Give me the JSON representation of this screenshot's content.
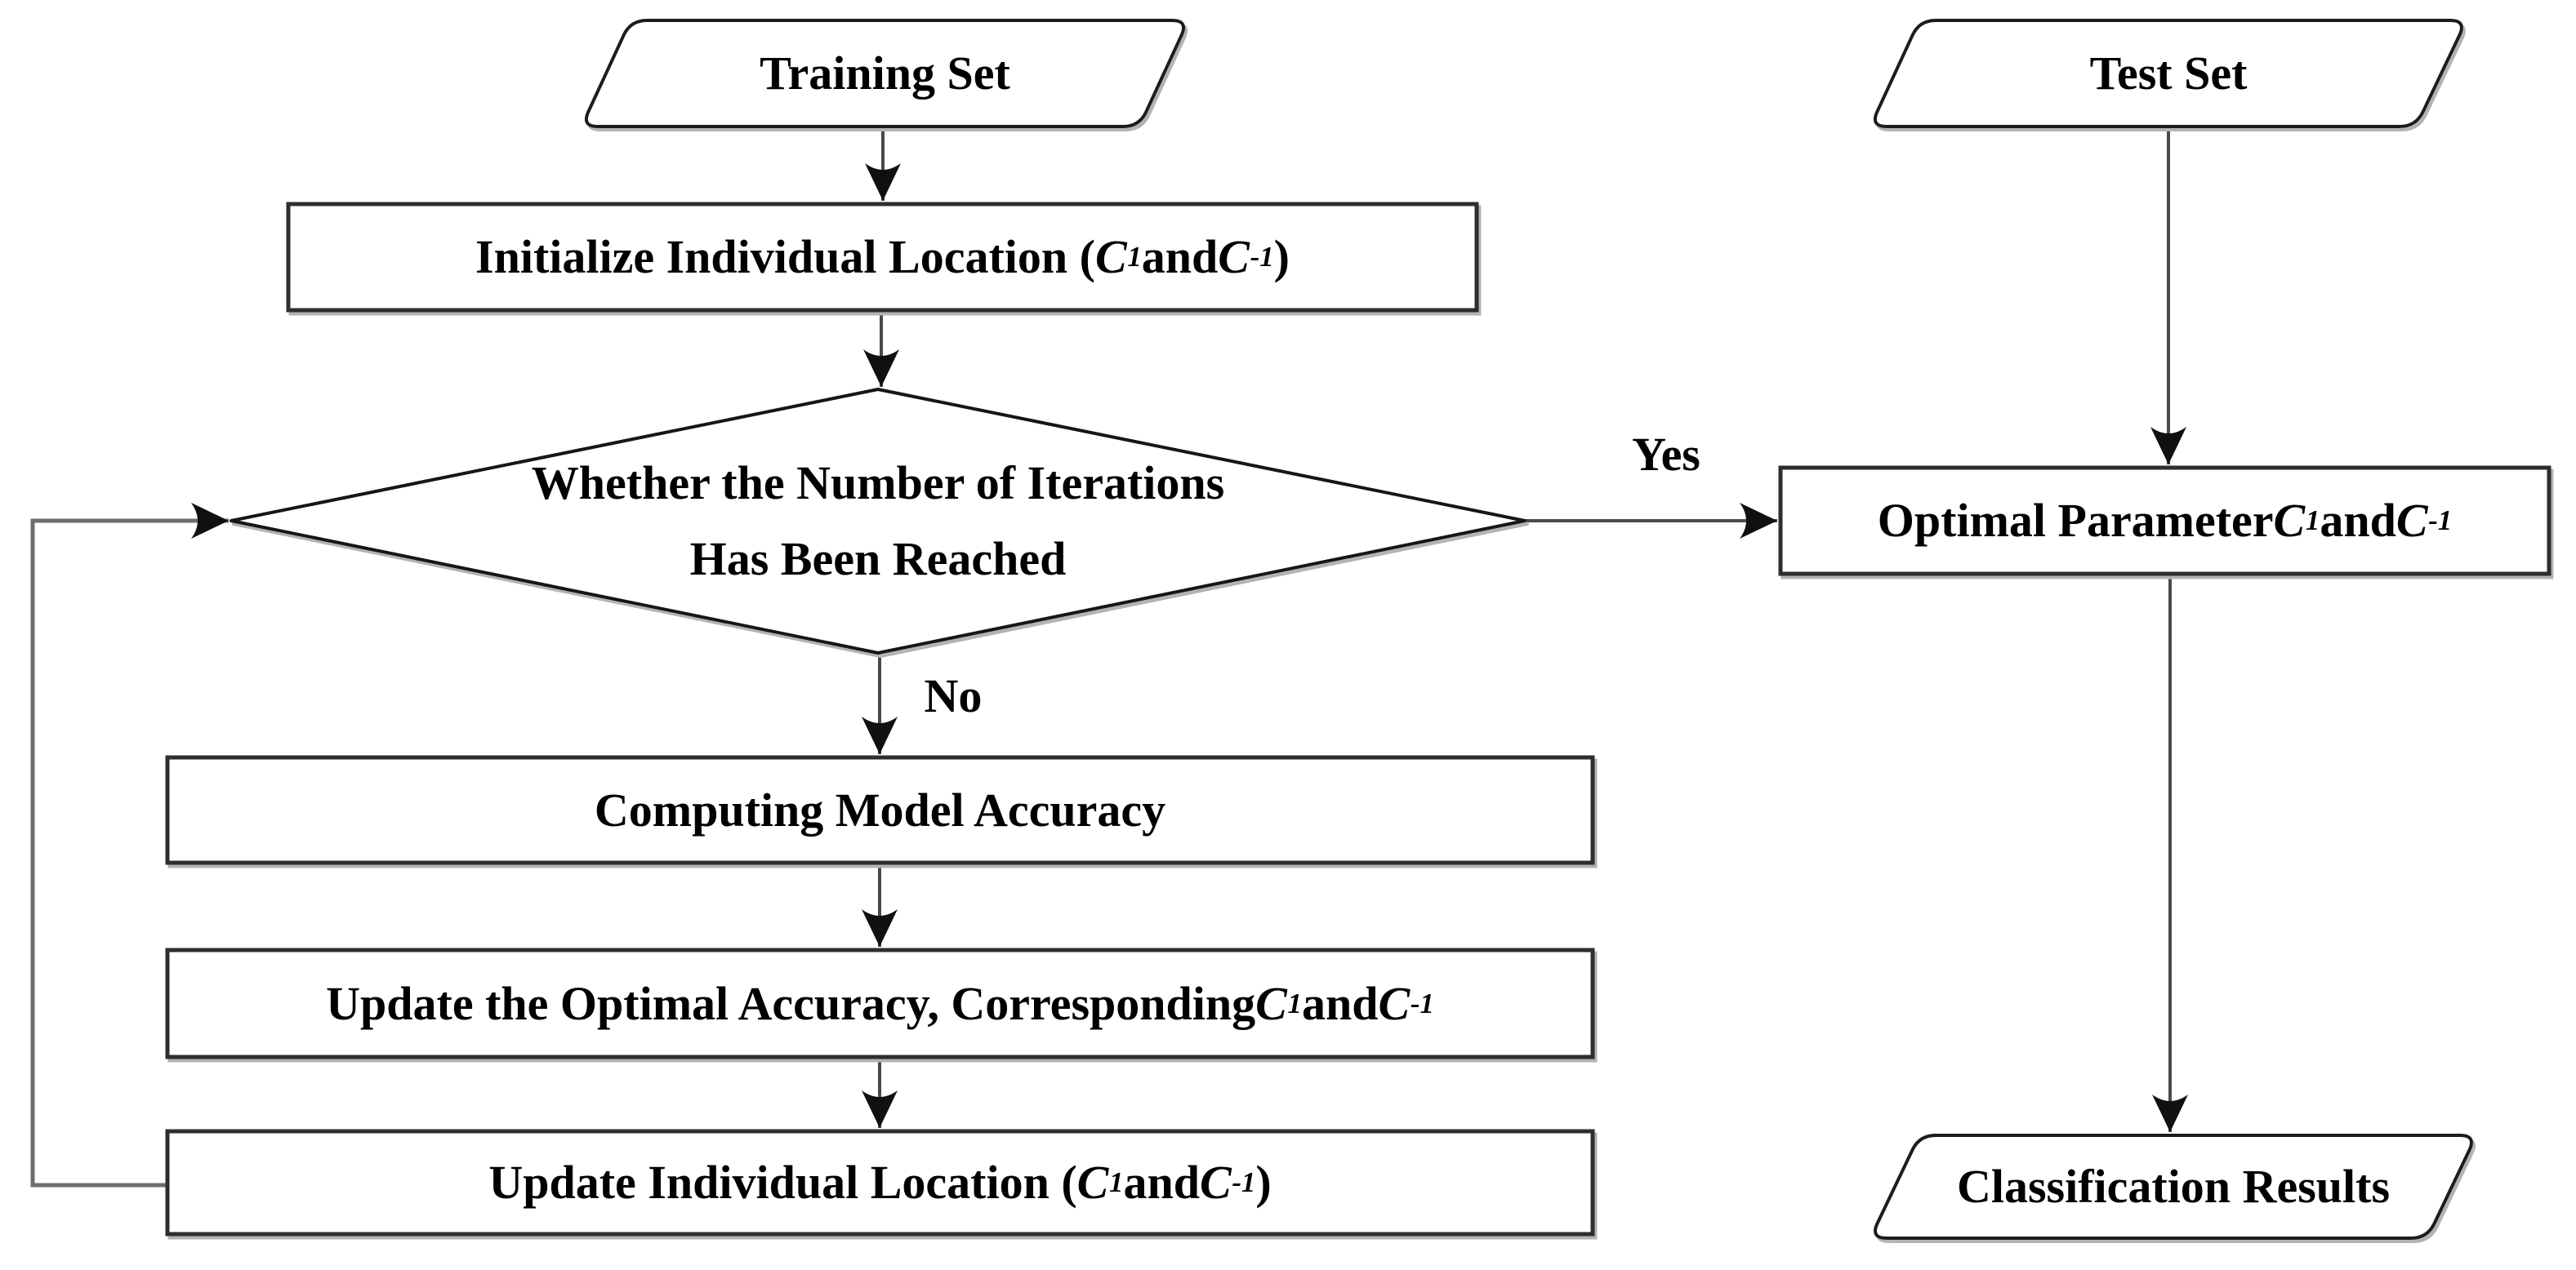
{
  "figure": {
    "type": "flowchart",
    "edge_labels": {
      "yes": "Yes",
      "no": "No"
    },
    "nodes": {
      "training_set": {
        "shape": "parallelogram",
        "parts": [
          {
            "text": "Training Set"
          }
        ]
      },
      "initialize_location": {
        "shape": "process",
        "parts": [
          {
            "text": "Initialize Individual Location ("
          },
          {
            "text": "C",
            "italic": true
          },
          {
            "text": "1",
            "italic": true,
            "sub": true
          },
          {
            "text": " and "
          },
          {
            "text": "C",
            "italic": true
          },
          {
            "text": "-1",
            "italic": true,
            "sub": true
          },
          {
            "text": ")"
          }
        ]
      },
      "iteration_check": {
        "shape": "decision",
        "lines": [
          "Whether the Number of Iterations",
          "Has Been Reached"
        ]
      },
      "computing_accuracy": {
        "shape": "process",
        "parts": [
          {
            "text": "Computing Model Accuracy"
          }
        ]
      },
      "update_optimal": {
        "shape": "process",
        "parts": [
          {
            "text": "Update the Optimal Accuracy, Corresponding "
          },
          {
            "text": "C",
            "italic": true
          },
          {
            "text": "1",
            "italic": true,
            "sub": true
          },
          {
            "text": " and "
          },
          {
            "text": "C",
            "italic": true
          },
          {
            "text": "-1",
            "italic": true,
            "sub": true
          }
        ]
      },
      "update_location": {
        "shape": "process",
        "parts": [
          {
            "text": "Update Individual Location ("
          },
          {
            "text": "C",
            "italic": true
          },
          {
            "text": "1",
            "italic": true,
            "sub": true
          },
          {
            "text": " and "
          },
          {
            "text": "C",
            "italic": true
          },
          {
            "text": "-1",
            "italic": true,
            "sub": true
          },
          {
            "text": ")"
          }
        ]
      },
      "test_set": {
        "shape": "parallelogram",
        "parts": [
          {
            "text": "Test Set"
          }
        ]
      },
      "optimal_parameter": {
        "shape": "process",
        "parts": [
          {
            "text": "Optimal Parameter "
          },
          {
            "text": "C",
            "italic": true
          },
          {
            "text": "1",
            "italic": true,
            "sub": true
          },
          {
            "text": " and "
          },
          {
            "text": "C",
            "italic": true
          },
          {
            "text": "-1",
            "italic": true,
            "sub": true
          }
        ]
      },
      "classification_results": {
        "shape": "parallelogram",
        "parts": [
          {
            "text": "Classification Results"
          }
        ]
      }
    },
    "colors": {
      "text": "#000000",
      "node_border": "#2e2e2e",
      "para_border": "#1c1c1c",
      "diamond_border": "#141414",
      "node_fill": "#ffffff",
      "connector": "#4a4a4a",
      "loop_connector": "#6e6e6e",
      "arrowhead": "#101010",
      "background": "#ffffff"
    }
  }
}
